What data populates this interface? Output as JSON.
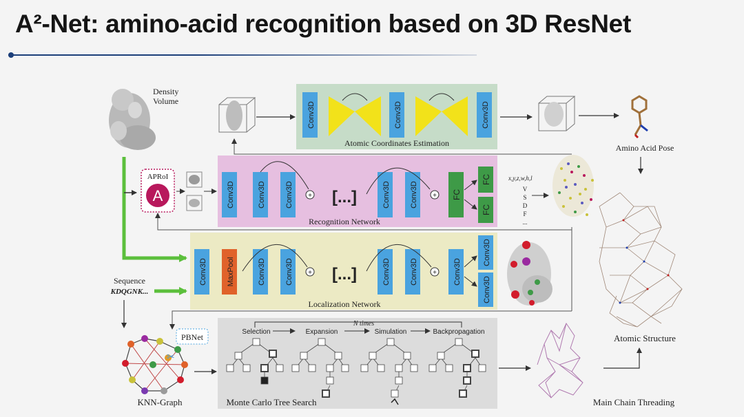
{
  "slide": {
    "title": "A²-Net: amino-acid recognition based on 3D ResNet"
  },
  "diagram": {
    "density_volume": "Density Volume",
    "density_volume_l1": "Density",
    "density_volume_l2": "Volume",
    "atomic_coords_label": "Atomic Coordinates Estimation",
    "recognition_label": "Recognition Network",
    "localization_label": "Localization Network",
    "mcts_label": "Monte Carlo Tree Search",
    "amino_acid_pose": "Amino Acid Pose",
    "atomic_structure": "Atomic Structure",
    "main_chain_threading": "Main Chain Threading",
    "knn_graph": "KNN-Graph",
    "pbnet": "PBNet",
    "aproi": "APRoI",
    "aproi_letter": "A",
    "sequence": "Sequence",
    "sequence_value": "KDQGNK...",
    "conv3d": "Conv3D",
    "maxpool": "MaxPool",
    "fc": "FC",
    "ellipsis": "[...]",
    "plus": "+",
    "output_bbox": "x,y,z,w,h,l",
    "output_classes": [
      "V",
      "S",
      "D",
      "F",
      "..."
    ],
    "n_times": "N times",
    "mcts_steps": [
      "Selection",
      "Expansion",
      "Simulation",
      "Backpropagation"
    ],
    "colors": {
      "conv": "#4aa3df",
      "fc": "#3e9a47",
      "maxpool": "#e0622a",
      "recognition_bg": "#e6bfe0",
      "localization_bg": "#eceac4",
      "coords_bg": "#c6dcc8",
      "mcts_bg": "#dcdcdc",
      "hourglass": "#f2e21a",
      "green_arrow": "#5bbf3c",
      "aproi_circle": "#b8185c"
    }
  }
}
